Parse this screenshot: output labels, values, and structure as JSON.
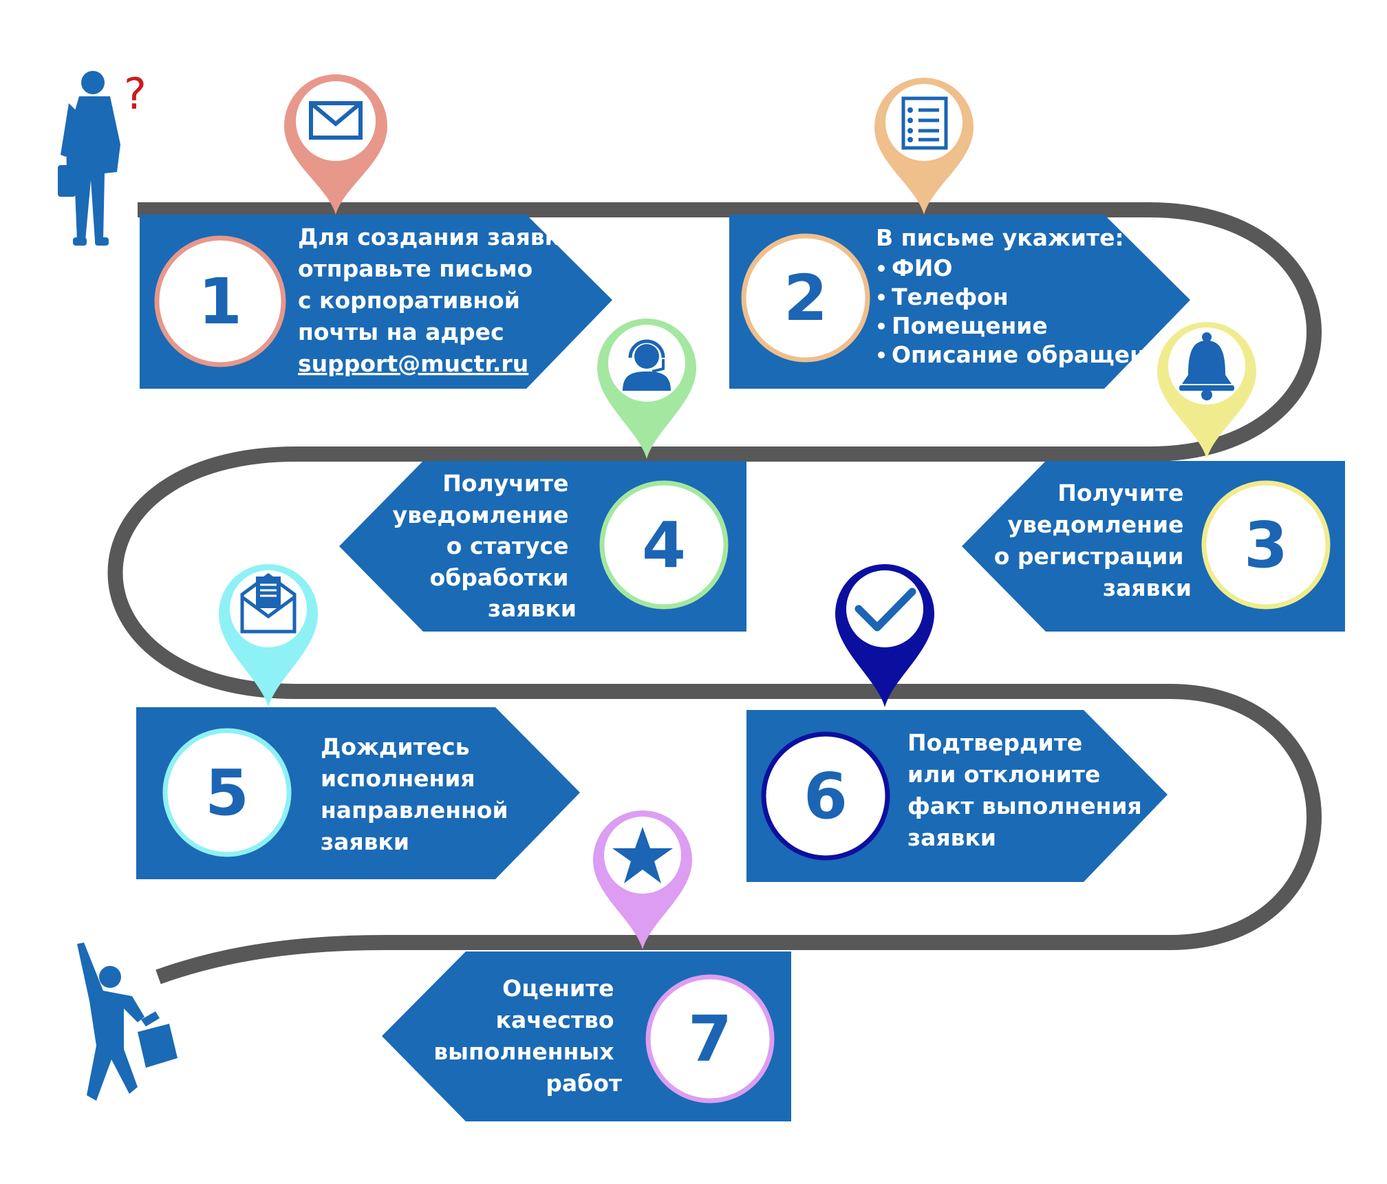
{
  "steps": [
    {
      "number": "1",
      "lines": [
        "Для создания заявки",
        "отправьте письмо",
        "с корпоративной",
        "почты на адрес"
      ],
      "email": "support@muctr.ru",
      "ring_color": "#e8978b",
      "icon": "envelope-icon"
    },
    {
      "number": "2",
      "heading": "В письме укажите:",
      "bullets": [
        "ФИО",
        "Телефон",
        "Помещение",
        "Описание  обращения"
      ],
      "ring_color": "#efbf8c",
      "icon": "list-icon"
    },
    {
      "number": "3",
      "lines": [
        "Получите",
        "уведомление",
        "о регистрации",
        "заявки"
      ],
      "ring_color": "#f0ec8e",
      "icon": "bell-icon"
    },
    {
      "number": "4",
      "lines": [
        "Получите",
        "уведомление",
        "о статусе",
        "обработки",
        "заявки"
      ],
      "ring_color": "#a4e7a0",
      "icon": "headset-operator-icon"
    },
    {
      "number": "5",
      "lines": [
        "Дождитесь",
        "исполнения",
        "направленной",
        "заявки"
      ],
      "ring_color": "#8ef1f5",
      "icon": "open-envelope-letter-icon"
    },
    {
      "number": "6",
      "lines": [
        "Подтвердите",
        "или отклоните",
        "факт выполнения",
        "заявки"
      ],
      "ring_color": "#0b0fa0",
      "icon": "checkmark-icon"
    },
    {
      "number": "7",
      "lines": [
        "Оцените",
        "качество",
        "выполненных",
        "работ"
      ],
      "ring_color": "#dc9df2",
      "icon": "star-icon"
    }
  ],
  "decor": {
    "question_mark": "?",
    "start_figure": "person-question-icon",
    "end_figure": "person-jumping-icon"
  },
  "colors": {
    "banner": "#1b6ab5",
    "road": "#585858",
    "question": "#c81c1c"
  }
}
